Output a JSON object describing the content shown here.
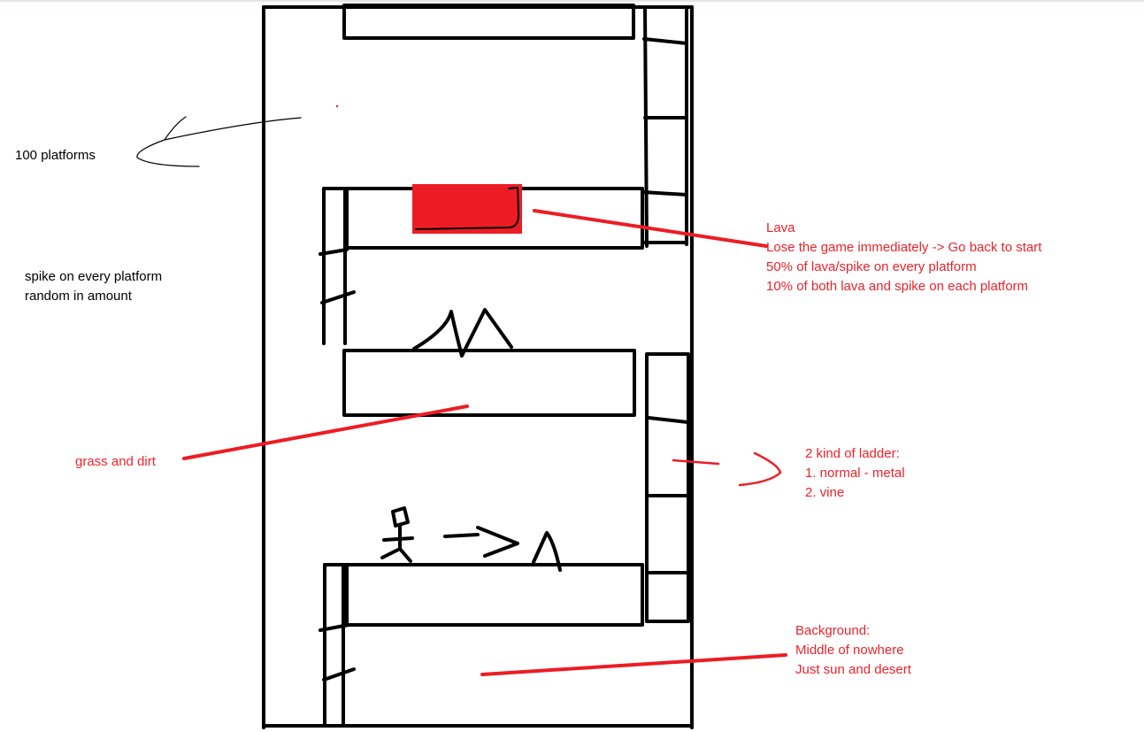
{
  "colors": {
    "ink": "#000000",
    "annotation": "#ed1c24",
    "lava": "#ed1c24"
  },
  "notes": {
    "platforms": "100 platforms",
    "spike_line1": "spike on every platform",
    "spike_line2": "random in amount",
    "grass": "grass and dirt",
    "lava_title": "Lava",
    "lava_line1": "Lose the game immediately -> Go back to start",
    "lava_line2": "50% of lava/spike on every platform",
    "lava_line3": "10% of both lava and spike on each platform",
    "ladder_title": "2 kind of ladder:",
    "ladder_line1": "1. normal - metal",
    "ladder_line2": "2. vine",
    "bg_title": "Background:",
    "bg_line1": "Middle of nowhere",
    "bg_line2": "Just sun and desert"
  }
}
